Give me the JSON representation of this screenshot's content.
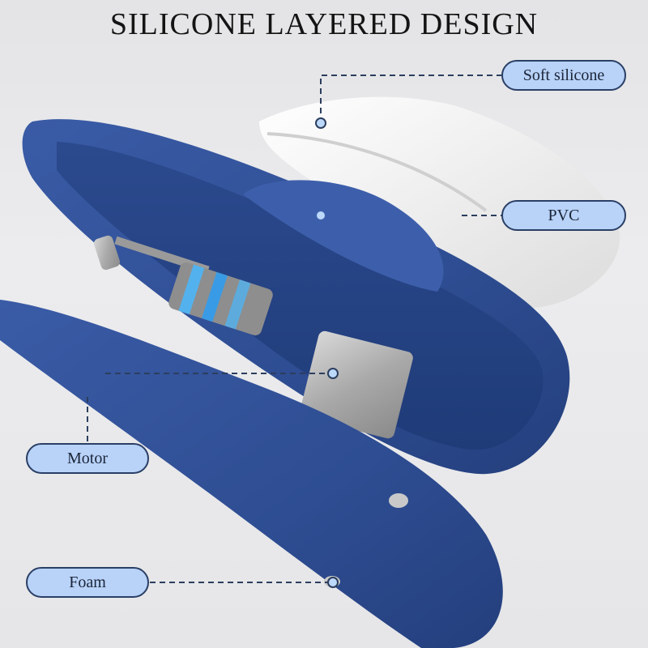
{
  "title": "SILICONE LAYERED DESIGN",
  "labels": {
    "soft_silicone": "Soft silicone",
    "pvc": "PVC",
    "motor": "Motor",
    "foam": "Foam"
  },
  "colors": {
    "background": "#e8e8ea",
    "shell_blue": "#2f4f94",
    "label_fill": "#b8d2f8",
    "label_border": "#2a3f66",
    "silicone_white": "#f4f4f4",
    "motor_metal": "#b9b9b9",
    "coil_accent": "#3fb0ff"
  }
}
